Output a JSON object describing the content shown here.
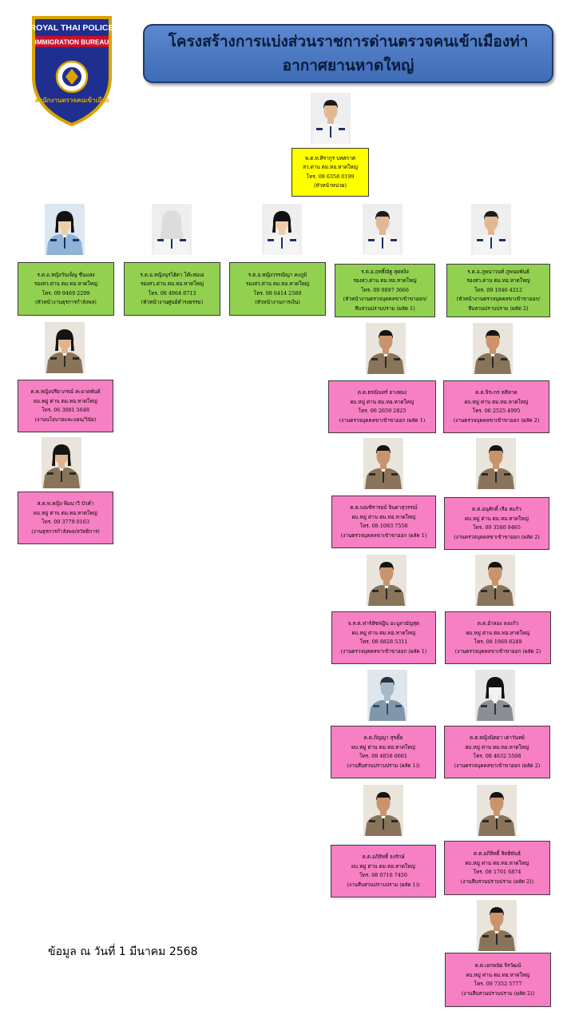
{
  "logo": {
    "top_text": "ROYAL THAI POLICE",
    "band_text": "IMMIGRATION BUREAU",
    "bottom_text": "สำนักงานตรวจคนเข้าเมือง",
    "colors": {
      "shield": "#1f2f8f",
      "gold": "#d9a400",
      "band": "#c8102e"
    }
  },
  "header": {
    "title": "โครงสร้างการแบ่งส่วนราชการด่านตรวจคนเข้าเมืองท่าอากาศยานหาดใหญ่"
  },
  "colors": {
    "yellow": "#ffff00",
    "green": "#92d050",
    "pink": "#f77fc4",
    "banner": "#4a78c2"
  },
  "people": [
    {
      "photo": "white-uniform",
      "lines": [
        "พ.ต.ท.ศิรากูร บทศกาศ",
        "สว.ด่าน ตม.ทอ.หาดใหญ่",
        "โทร. 08 6358 0199",
        "(หัวหน้าหน่วย)"
      ],
      "color": "yellow"
    },
    {
      "photo": "blue-uniform-female",
      "lines": [
        "ร.ต.อ.หญิงวันเพ็ญ ชื่นแสง",
        "รองสว.ด่าน ตม.ทอ.หาดใหญ่",
        "โทร. 09 9469 2299",
        "(หัวหน้างานธุรการกำลังพล)"
      ],
      "color": "green"
    },
    {
      "photo": "white-uniform-hijab",
      "lines": [
        "ร.ต.อ.หญิงนุรไฮ้ดา โต๊ะสมเอ",
        "รองสว.ด่าน ตม.ทอ.หาดใหญ่",
        "โทร. 08 4964 8713",
        "(หัวหน้างานศูนย์ดำรงธรรม)"
      ],
      "color": "green"
    },
    {
      "photo": "white-uniform-female",
      "lines": [
        "ร.ต.อ.หญิงวรรณิญา คงภูมิ",
        "รองสว.ด่าน ตม.ทอ.หาดใหญ่",
        "โทร. 08 6414 2589",
        "(หัวหน้างานการเงิน)"
      ],
      "color": "green"
    },
    {
      "photo": "white-uniform",
      "lines": [
        "ร.ต.อ.ฤทธิ์ณัฐ สุดหงิง",
        "รองสว.ด่าน ตม.ทอ.หาดใหญ่",
        "โทร. 09 0897 3666",
        "(หัวหน้างานตรวจบุคคลขาเข้าขาออก/",
        "สืบสวนปราบปราม (ผลัด 1)"
      ],
      "color": "green"
    },
    {
      "photo": "white-uniform",
      "lines": [
        "ร.ต.อ.ภูพนาวนท์ ภูพนมพันธ์",
        "รองสว.ด่าน ตม.ทอ.หาดใหญ่",
        "โทร. 09 1046 4212",
        "(หัวหน้างานตรวจบุคคลขาเข้าขาออก/",
        "สืบสวนปราบปราม (ผลัด 2)"
      ],
      "color": "green"
    },
    {
      "photo": "brown-uniform-female",
      "lines": [
        "ด.ต.หญิงปรียาภรณ์ สะอาดพันธ์",
        "ผบ.หมู่ ด่าน ตม.ทอ.หาดใหญ่",
        "โทร. 06 3081 5648",
        "(งานนโยบายและแผน/วินัย)"
      ],
      "color": "pink"
    },
    {
      "photo": "brown-uniform-female",
      "lines": [
        "ส.ต.ท.หญิง พิมนาวี บัวคำ",
        "ผบ.หมู่ ด่าน ตม.ทอ.หาดใหญ่",
        "โทร. 09 3779 0163",
        "(งานธุรการกำลังพล/สวัสดิการ)"
      ],
      "color": "pink"
    },
    {
      "photo": "brown-uniform",
      "lines": [
        "ด.ต.ธรณินทร์ ยางทอง",
        "ผบ.หมู่ ด่าน ตม.ทอ.หาดใหญ่",
        "โทร. 06 2659 2825",
        "(งานตรวจบุคคลขาเข้าขาออก (ผลัด 1)"
      ],
      "color": "pink"
    },
    {
      "photo": "brown-uniform",
      "lines": [
        "ด.ต.จิระกร หลีหาด",
        "ผบ.หมู่ ด่าน ตม.ทอ.หาดใหญ่",
        "โทร. 06 2525 4995",
        "(งานตรวจบุคคลขาเข้าขาออก (ผลัด 2)"
      ],
      "color": "pink"
    },
    {
      "photo": "brown-uniform",
      "lines": [
        "ด.ต.บณฑิรารอบ์ จินดาสุวรรณ์",
        "ผบ.หมู่ ด่าน ตม.ทอ.หาดใหญ่",
        "โทร. 08 1083 7558",
        "(งานตรวจบุคคลขาเข้าขาออก (ผลัด 1)"
      ],
      "color": "pink"
    },
    {
      "photo": "brown-uniform",
      "lines": [
        "ด.ต.อนุศักดิ์ เรือ สแก้ว",
        "ผบ.หมู่ ด่าน ตม.ทอ.หาดใหญ่",
        "โทร. 09 3580 9465",
        "(งานตรวจบุคคลขาเข้าขาออก (ผลัด 2)"
      ],
      "color": "pink"
    },
    {
      "photo": "brown-uniform",
      "lines": [
        "จ.ส.ต.ฟาร์ฮัซฟฎิน อะบูลามัญสุด",
        "ผบ.หมู่ ด่าน ตม.ทอ.หาดใหญ่",
        "โทร. 08 8828 5311",
        "(งานตรวจบุคคลขาเข้าขาออก (ผลัด 1)"
      ],
      "color": "pink"
    },
    {
      "photo": "brown-uniform",
      "lines": [
        "ด.ต.อำลอง ลงแก้ว",
        "ผบ.หมู่ ด่าน ตม.ทอ.หาดใหญ่",
        "โทร. 08 1969 8249",
        "(งานตรวจบุคคลขาเข้าขาออก (ผลัด 2)"
      ],
      "color": "pink"
    },
    {
      "photo": "gray-shirt",
      "lines": [
        "ด.ต.ภิญญา สุขยิ้ย",
        "ผบ.หมู่ ด่าน ตม.ทอ.หาดใหญ่",
        "โทร. 08 4858 6661",
        "(งานสืบสวนปราบปราม (ผลัด 1))"
      ],
      "color": "pink"
    },
    {
      "photo": "gray-shirt-female",
      "lines": [
        "ด.ต.หญิงนิตยา เต่าวันทย์",
        "ผบ.หมู่ ด่าน ตม.ทอ.หาดใหญ่",
        "โทร. 08 4632 5508",
        "(งานตรวจบุคคลขาเข้าขาออก (ผลัด 2)"
      ],
      "color": "pink"
    },
    {
      "photo": "brown-uniform",
      "lines": [
        "ด.ต.อภิสิทธิ์ จงรักษ์",
        "ผบ.หมู่ ด่าน ตม.ทอ.หาดใหญ่",
        "โทร. 08 0716 7450",
        "(งานสืบสวนปราบปราม (ผลัด 1))"
      ],
      "color": "pink"
    },
    {
      "photo": "brown-uniform",
      "lines": [
        "ด.ต.อภิสิทธิ์ สิทธิพันธ์",
        "ผบ.หมู่ ด่าน ตม.ทอ.หาดใหญ่",
        "โทร. 08 1701 6874",
        "(งานสืบสวนปราบปราม (ผลัด 2))"
      ],
      "color": "pink"
    },
    {
      "photo": "brown-uniform",
      "lines": [
        "ด.ต.เอกพนัย จิรวัฒน์",
        "ผบ.หมู่ ด่าน ตม.ทอ.หาดใหญ่",
        "โทร. 09 7352 5777",
        "(งานสืบสวนปราบปราม (ผลัด 2))"
      ],
      "color": "pink"
    }
  ],
  "footer": {
    "text": "ข้อมูล ณ วันที่ 1 มีนาคม 2568"
  }
}
